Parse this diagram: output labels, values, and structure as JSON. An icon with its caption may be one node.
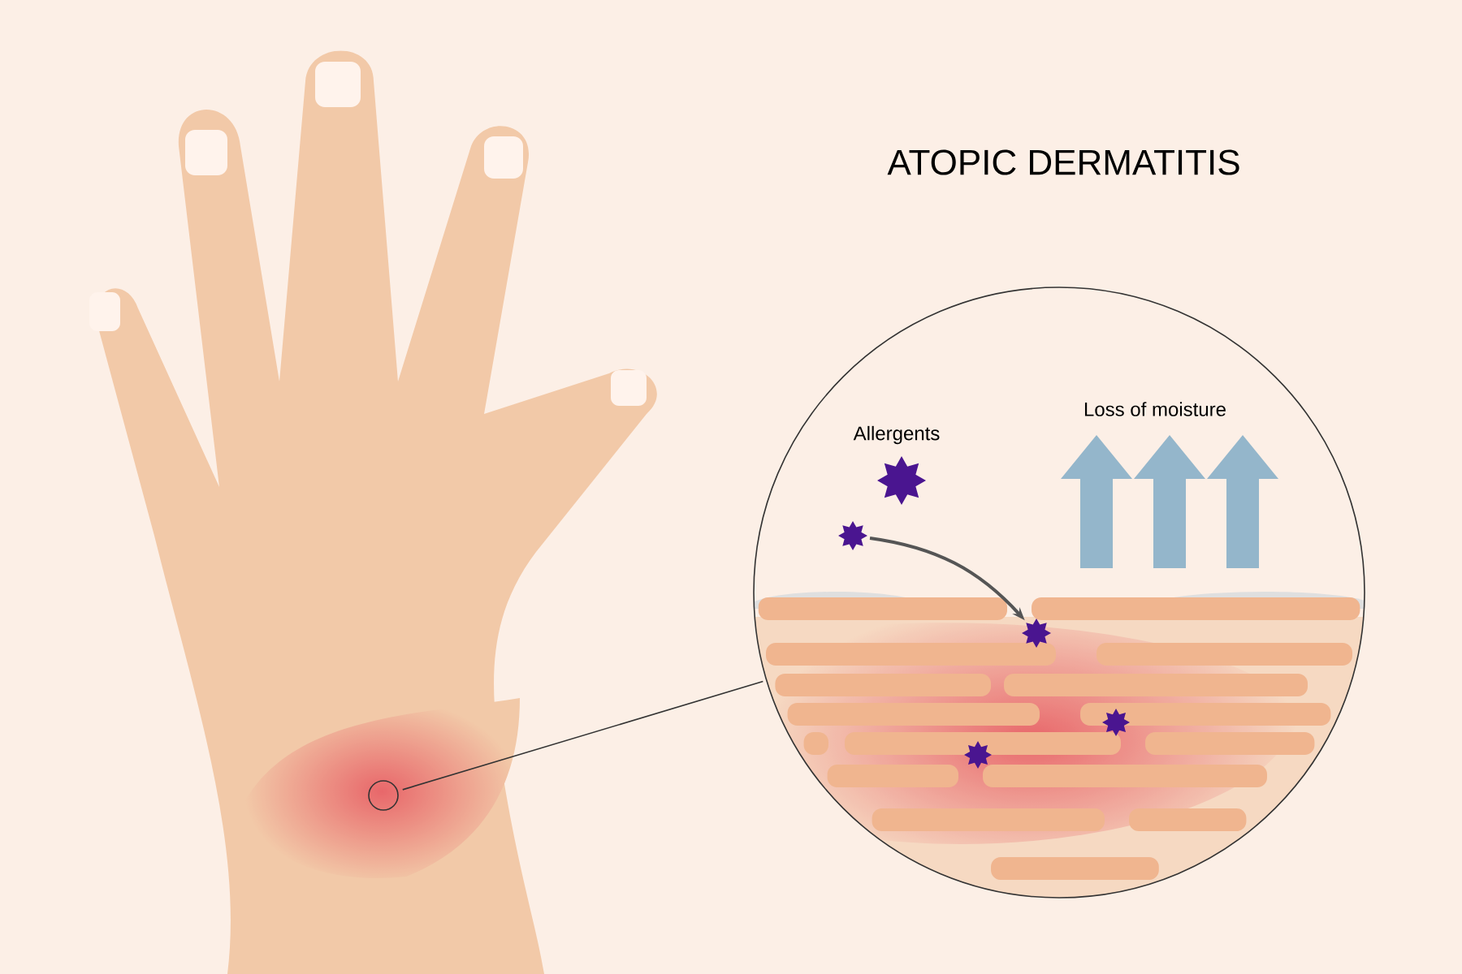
{
  "diagram": {
    "title": "ATOPIC DERMATITIS",
    "nodes": [
      {
        "text": [],
        "shape": "circle"
      },
      {
        "text": [],
        "shape": "circle"
      },
      {
        "text": [],
        "shape": "star",
        "in": 1
      },
      {
        "text": [],
        "shape": "star",
        "in": 1
      }
    ],
    "edges": [
      {
        "from": 0,
        "to": 1,
        "arrow": "none"
      },
      {
        "from": 2,
        "to": 3,
        "arrow": "to",
        "color": "#555555"
      }
    ],
    "labels": [
      "Allergents",
      "Loss of moisture"
    ]
  }
}
